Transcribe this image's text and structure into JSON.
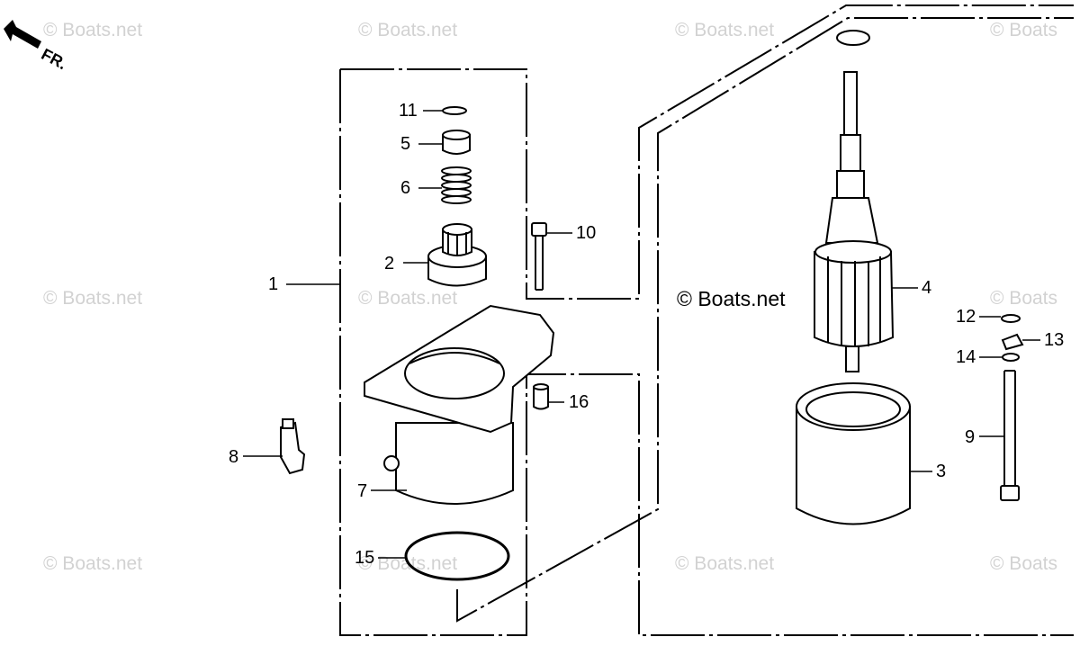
{
  "watermark": "© Boats.net",
  "watermark_partial": "© Boats",
  "center_watermark": "© Boats.net",
  "direction_label": "FR.",
  "callouts": [
    "1",
    "2",
    "3",
    "4",
    "5",
    "6",
    "7",
    "8",
    "9",
    "10",
    "11",
    "12",
    "13",
    "14",
    "15",
    "16"
  ],
  "colors": {
    "line": "#000000",
    "watermark": "#d2d2d2",
    "background": "#ffffff"
  }
}
